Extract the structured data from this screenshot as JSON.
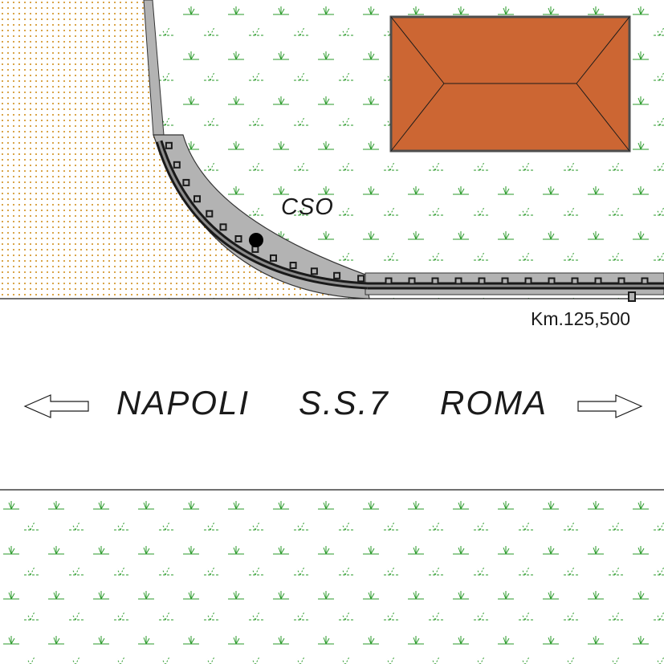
{
  "labels": {
    "cso": "CSO",
    "km_marker": "Km.125,500",
    "west_destination": "NAPOLI",
    "road_name": "S.S.7",
    "east_destination": "ROMA"
  },
  "arrows": {
    "west": "arrow-left-icon",
    "east": "arrow-right-icon"
  },
  "colors": {
    "roof": "#cc6633",
    "roof_outline": "#4d4d4d",
    "grass": "#2a9a2a",
    "sand": "#d9a54a",
    "curb": "#b3b3b3",
    "outline": "#1a1a1a"
  }
}
